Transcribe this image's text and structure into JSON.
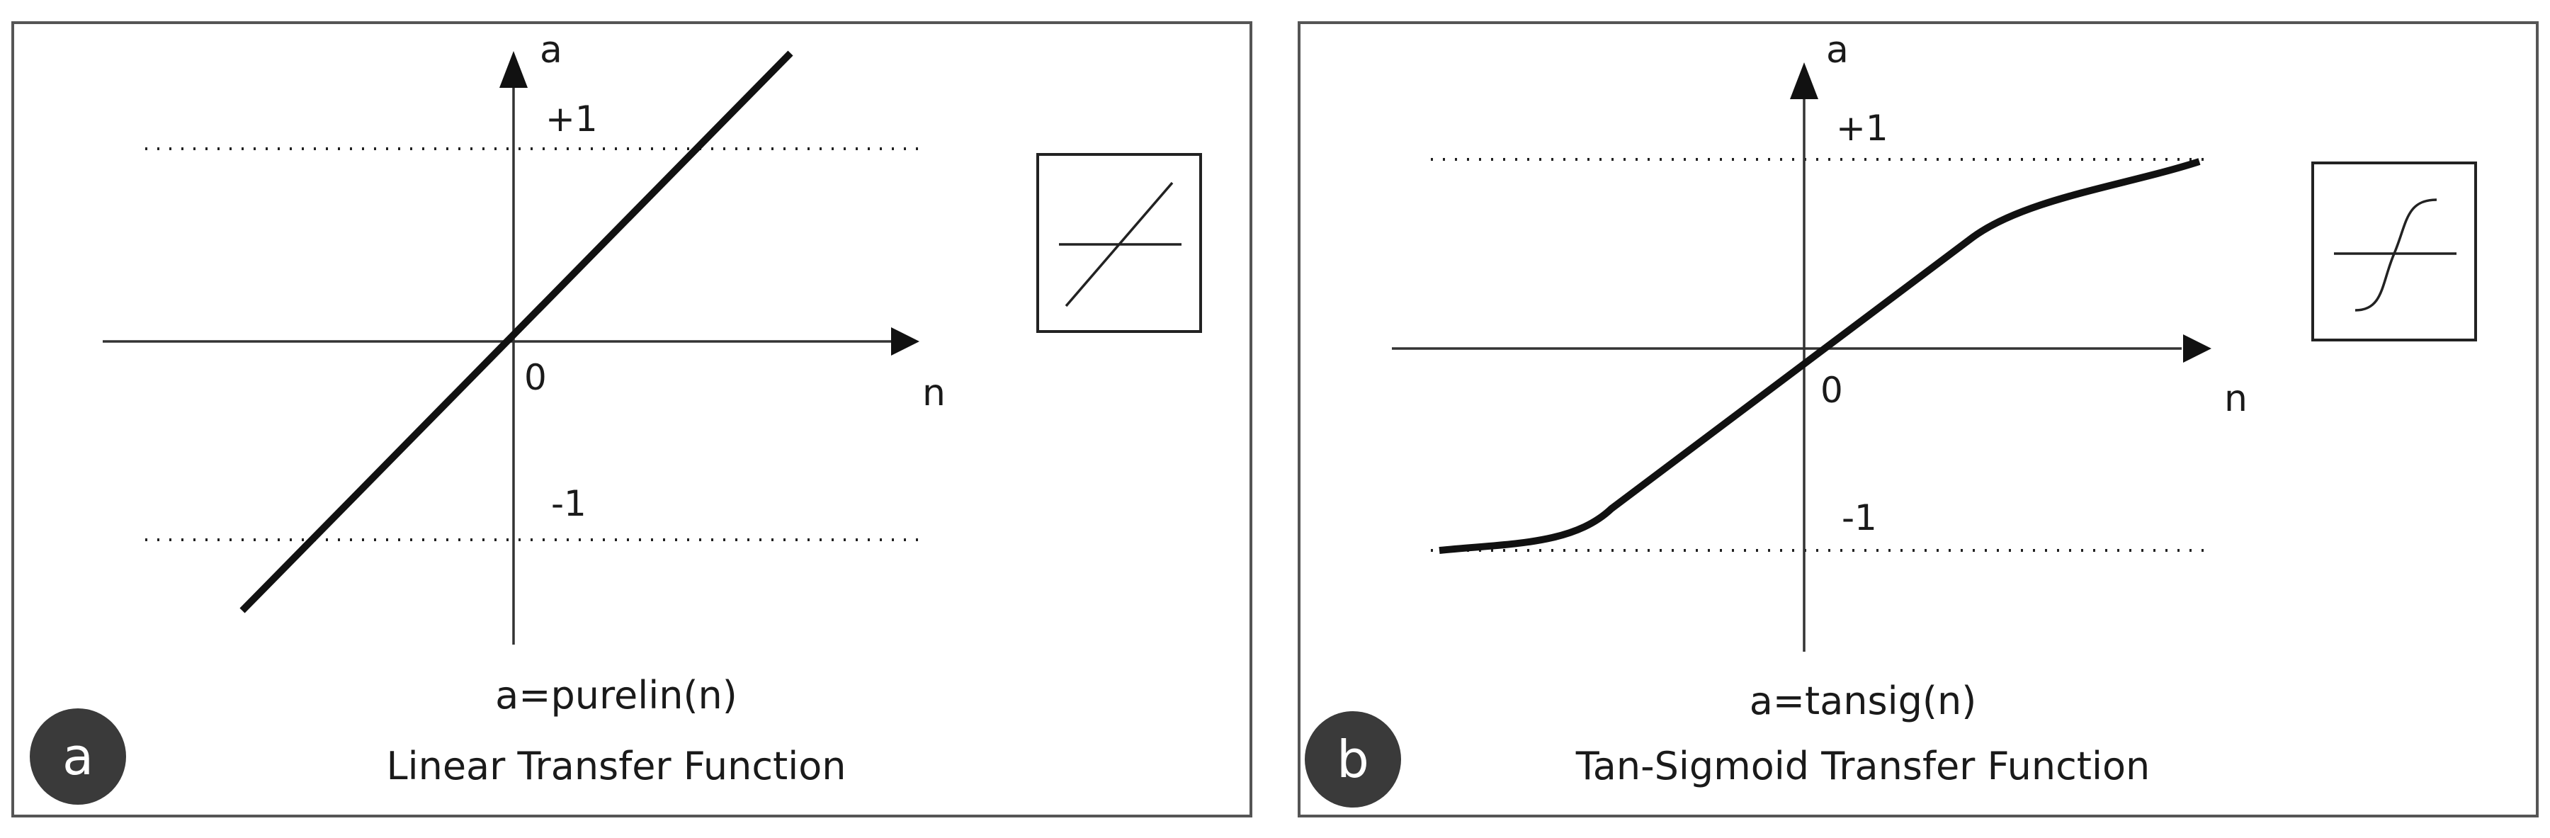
{
  "panels": [
    {
      "badge": "a",
      "x_axis_label": "n",
      "y_axis_label": "a",
      "upper_label": "+1",
      "lower_label": "-1",
      "origin_label": "0",
      "formula": "a=purelin(n)",
      "title": "Linear Transfer Function",
      "icon": "linear-function-icon"
    },
    {
      "badge": "b",
      "x_axis_label": "n",
      "y_axis_label": "a",
      "upper_label": "+1",
      "lower_label": "-1",
      "origin_label": "0",
      "formula": "a=tansig(n)",
      "title": "Tan-Sigmoid Transfer Function",
      "icon": "sigmoid-function-icon"
    }
  ],
  "colors": {
    "line": "#111111",
    "frame": "#444444",
    "badge_fill": "#3a3a3a"
  }
}
